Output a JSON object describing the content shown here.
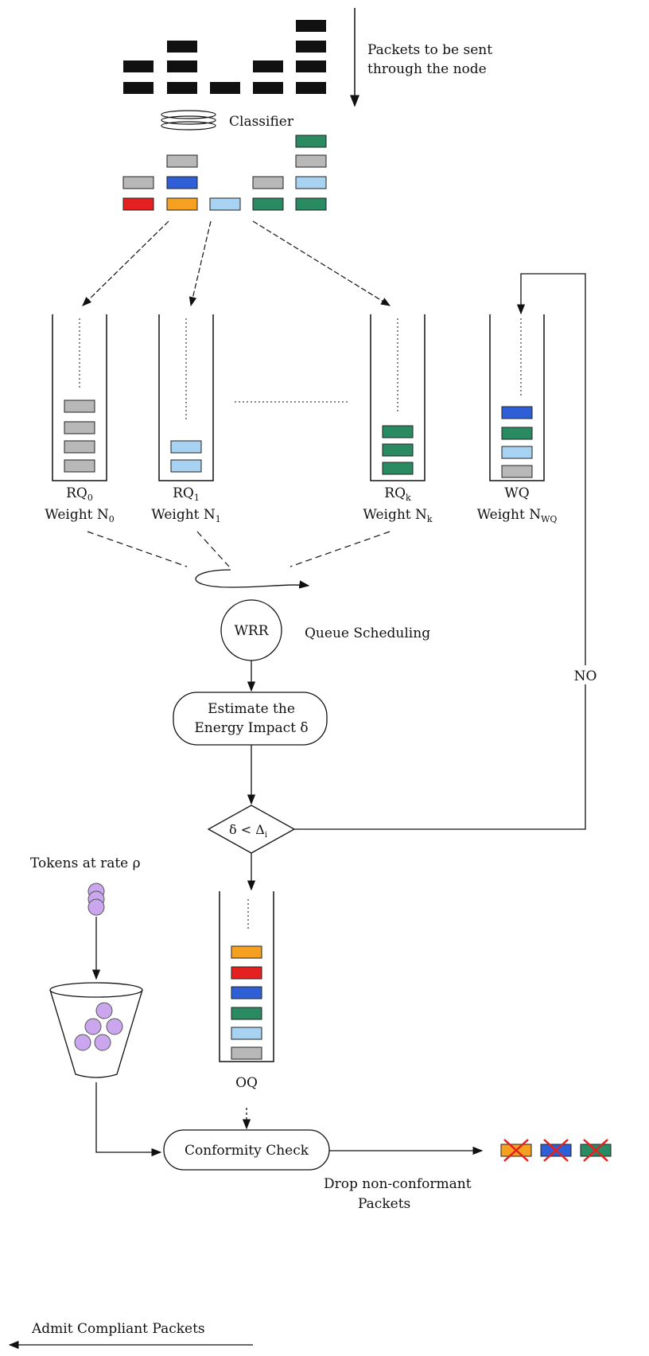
{
  "labels": {
    "packets_line1": "Packets to be sent",
    "packets_line2": "through the node",
    "classifier": "Classifier",
    "queue_scheduling": "Queue Scheduling",
    "wrr": "WRR",
    "estimate_line1": "Estimate the",
    "estimate_line2": "Energy Impact δ",
    "condition_delta": "δ < Δ",
    "condition_sub": "i",
    "no": "NO",
    "tokens": "Tokens at rate ρ",
    "oq": "OQ",
    "conformity_check": "Conformity Check",
    "drop_line1": "Drop non-conformant",
    "drop_line2": "Packets",
    "admit": "Admit Compliant Packets"
  },
  "queues": [
    {
      "name": "RQ",
      "sub": "0",
      "weight": "Weight N",
      "wsub": "0"
    },
    {
      "name": "RQ",
      "sub": "1",
      "weight": "Weight N",
      "wsub": "1"
    },
    {
      "name": "RQ",
      "sub": "k",
      "weight": "Weight N",
      "wsub": "k"
    },
    {
      "name": "WQ",
      "sub": "",
      "weight": "Weight N",
      "wsub": "WQ"
    }
  ],
  "colors": {
    "black": "#111111",
    "gray": "#b8b8b8",
    "blue": "#2f5fd6",
    "light_blue": "#a8d2f2",
    "green": "#2a8a62",
    "red": "#e52020",
    "orange": "#f5a020",
    "purple": "#c9a6ee"
  }
}
